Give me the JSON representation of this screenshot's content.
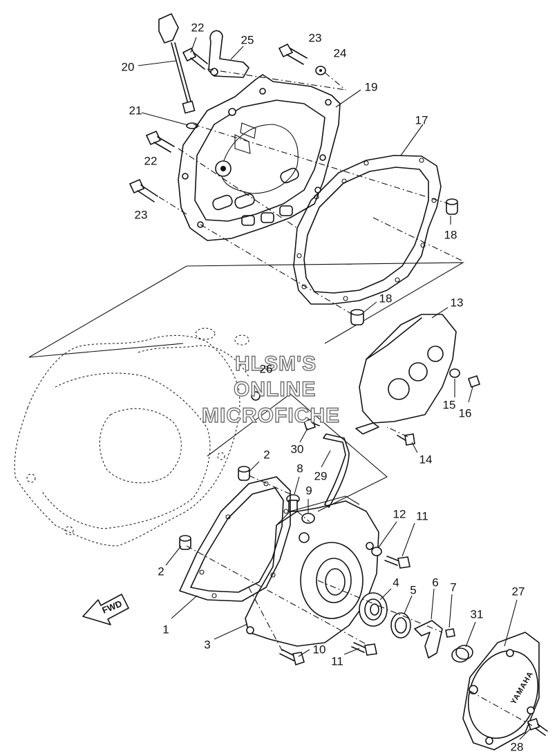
{
  "diagram": {
    "part_numbers": [
      {
        "id": "20",
        "text": "20"
      },
      {
        "id": "22a",
        "text": "22"
      },
      {
        "id": "25",
        "text": "25"
      },
      {
        "id": "23a",
        "text": "23"
      },
      {
        "id": "24",
        "text": "24"
      },
      {
        "id": "19",
        "text": "19"
      },
      {
        "id": "21",
        "text": "21"
      },
      {
        "id": "22b",
        "text": "22"
      },
      {
        "id": "17",
        "text": "17"
      },
      {
        "id": "23b",
        "text": "23"
      },
      {
        "id": "18a",
        "text": "18"
      },
      {
        "id": "18b",
        "text": "18"
      },
      {
        "id": "13",
        "text": "13"
      },
      {
        "id": "26",
        "text": "26"
      },
      {
        "id": "15",
        "text": "15"
      },
      {
        "id": "16",
        "text": "16"
      },
      {
        "id": "30",
        "text": "30"
      },
      {
        "id": "14",
        "text": "14"
      },
      {
        "id": "2a",
        "text": "2"
      },
      {
        "id": "8",
        "text": "8"
      },
      {
        "id": "29",
        "text": "29"
      },
      {
        "id": "9",
        "text": "9"
      },
      {
        "id": "12",
        "text": "12"
      },
      {
        "id": "11a",
        "text": "11"
      },
      {
        "id": "2b",
        "text": "2"
      },
      {
        "id": "4",
        "text": "4"
      },
      {
        "id": "6",
        "text": "6"
      },
      {
        "id": "5",
        "text": "5"
      },
      {
        "id": "7",
        "text": "7"
      },
      {
        "id": "27",
        "text": "27"
      },
      {
        "id": "1",
        "text": "1"
      },
      {
        "id": "31",
        "text": "31"
      },
      {
        "id": "3",
        "text": "3"
      },
      {
        "id": "10",
        "text": "10"
      },
      {
        "id": "11b",
        "text": "11"
      },
      {
        "id": "28",
        "text": "28"
      }
    ],
    "fwd_label": "FWD",
    "cover_logo": "YAMAHA",
    "watermark": [
      "HLSM'S",
      "ONLINE",
      "MICROFICHE"
    ]
  }
}
